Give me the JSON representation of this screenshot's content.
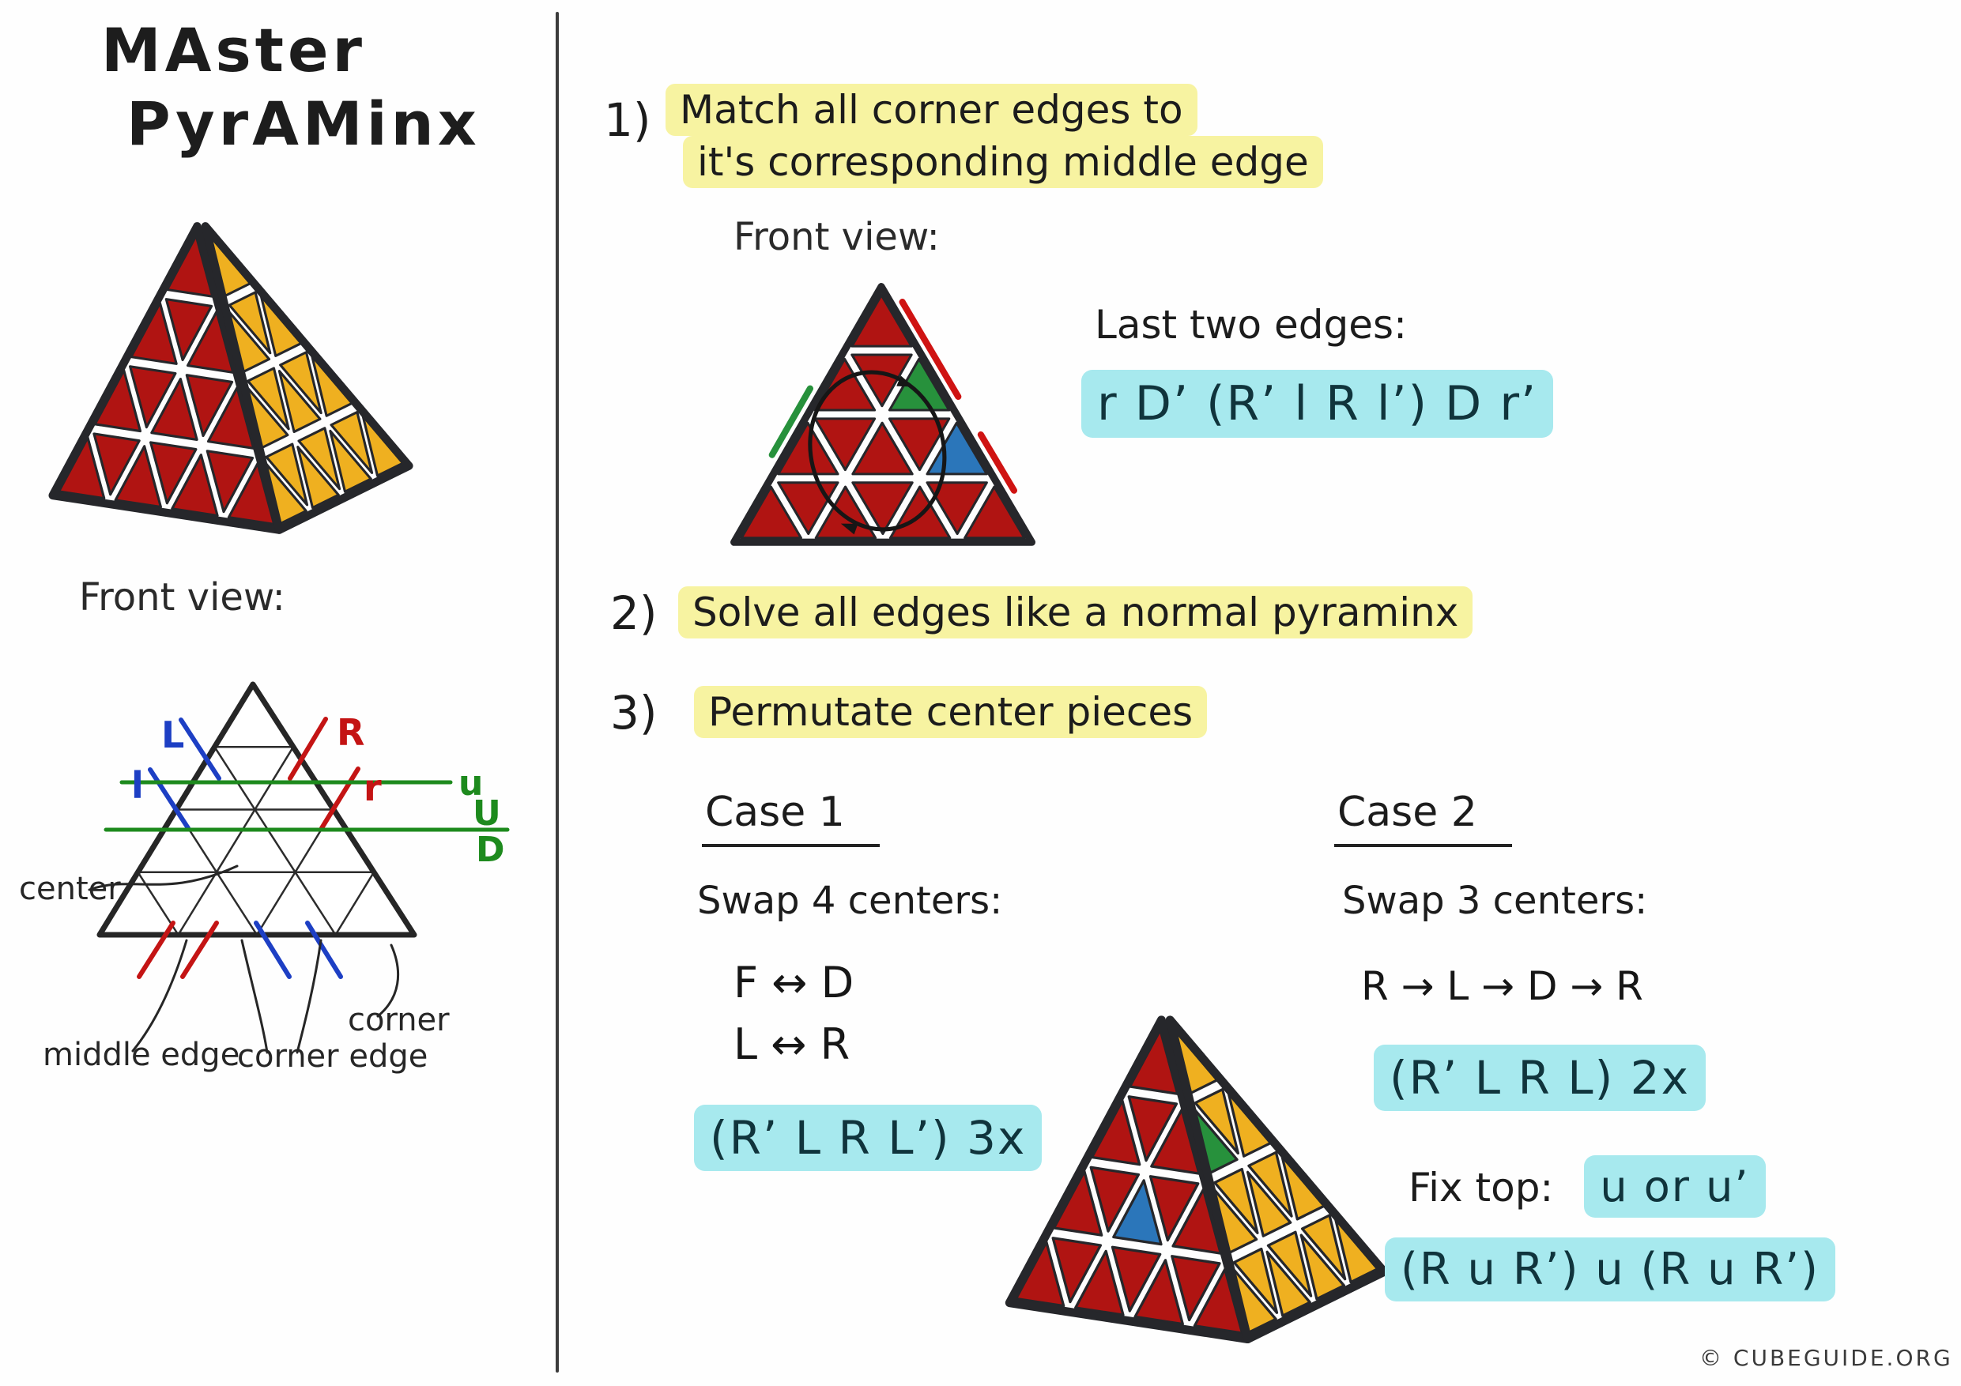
{
  "colors": {
    "ink": "#1f1f1f",
    "highlight_yellow": "#f7f3a1",
    "highlight_cyan": "#a7e9ee",
    "face_red": "#b01412",
    "face_yellow": "#efb020",
    "accent_blue": "#2b76ba",
    "accent_green": "#27913c",
    "label_blue": "#1d3fc4",
    "label_red": "#c41414",
    "label_green": "#1d8a1d"
  },
  "title": {
    "line1": "MAster",
    "line2": "PyrAMinx"
  },
  "left": {
    "front_view_label": "Front view:",
    "diagram": {
      "L": "L",
      "R": "R",
      "l": "l",
      "r": "r",
      "u": "u",
      "U": "U",
      "D": "D",
      "center": "center",
      "middle_edge": "middle edge",
      "corner_edge": "corner edge",
      "corner": "corner"
    }
  },
  "steps": {
    "one": {
      "number": "1)",
      "line1": "Match all corner edges to",
      "line2": "it's corresponding middle edge"
    },
    "two": {
      "number": "2)",
      "text": "Solve all edges like a normal pyraminx"
    },
    "three": {
      "number": "3)",
      "text": "Permutate center pieces"
    }
  },
  "step_one_detail": {
    "front_view_label": "Front view:",
    "last_two_edges_label": "Last two edges:",
    "algorithm": "r D’ (R’ l R l’) D r’"
  },
  "case1": {
    "title": "Case 1",
    "subtitle": "Swap 4 centers:",
    "swap_a": "F ↔ D",
    "swap_b": "L ↔ R",
    "algorithm": "(R’ L R L’) 3x"
  },
  "case2": {
    "title": "Case 2",
    "subtitle": "Swap 3 centers:",
    "cycle": "R → L → D → R",
    "algorithm": "(R’ L R L) 2x",
    "fix_top_label": "Fix top:",
    "fix_top_algorithm": "u or u’",
    "algorithm2": "(R u R’) u (R u R’)"
  },
  "footer": {
    "credit": "© CUBEGUIDE.ORG"
  }
}
